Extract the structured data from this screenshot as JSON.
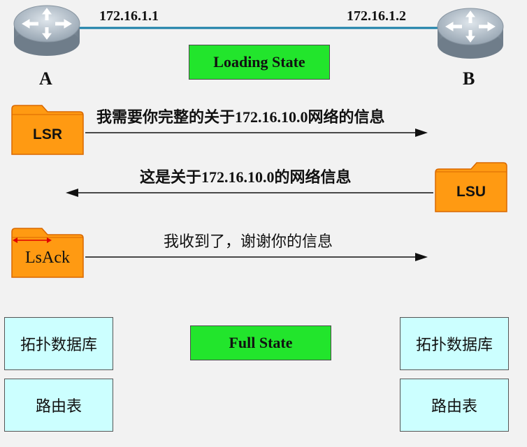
{
  "routers": {
    "a": {
      "ip": "172.16.1.1",
      "label": "A"
    },
    "b": {
      "ip": "172.16.1.2",
      "label": "B"
    }
  },
  "states": {
    "loading": "Loading State",
    "full": "Full State"
  },
  "packets": {
    "lsr": {
      "label": "LSR",
      "message": "我需要你完整的关于172.16.10.0网络的信息"
    },
    "lsu": {
      "label": "LSU",
      "message": "这是关于172.16.10.0的网络信息"
    },
    "lsack": {
      "label": "LsAck",
      "message": "我收到了，谢谢你的信息"
    }
  },
  "tables": {
    "a": {
      "topology": "拓扑数据库",
      "routing": "路由表"
    },
    "b": {
      "topology": "拓扑数据库",
      "routing": "路由表"
    }
  },
  "colors": {
    "router_body": "#9aa7b3",
    "link": "#1a7fa8",
    "state_fill": "#22e52c",
    "folder_fill": "#ff9a12",
    "folder_stroke": "#d96800",
    "table_fill": "#ccffff"
  },
  "icons": {
    "router": "router-icon",
    "packet": "folder-icon"
  }
}
